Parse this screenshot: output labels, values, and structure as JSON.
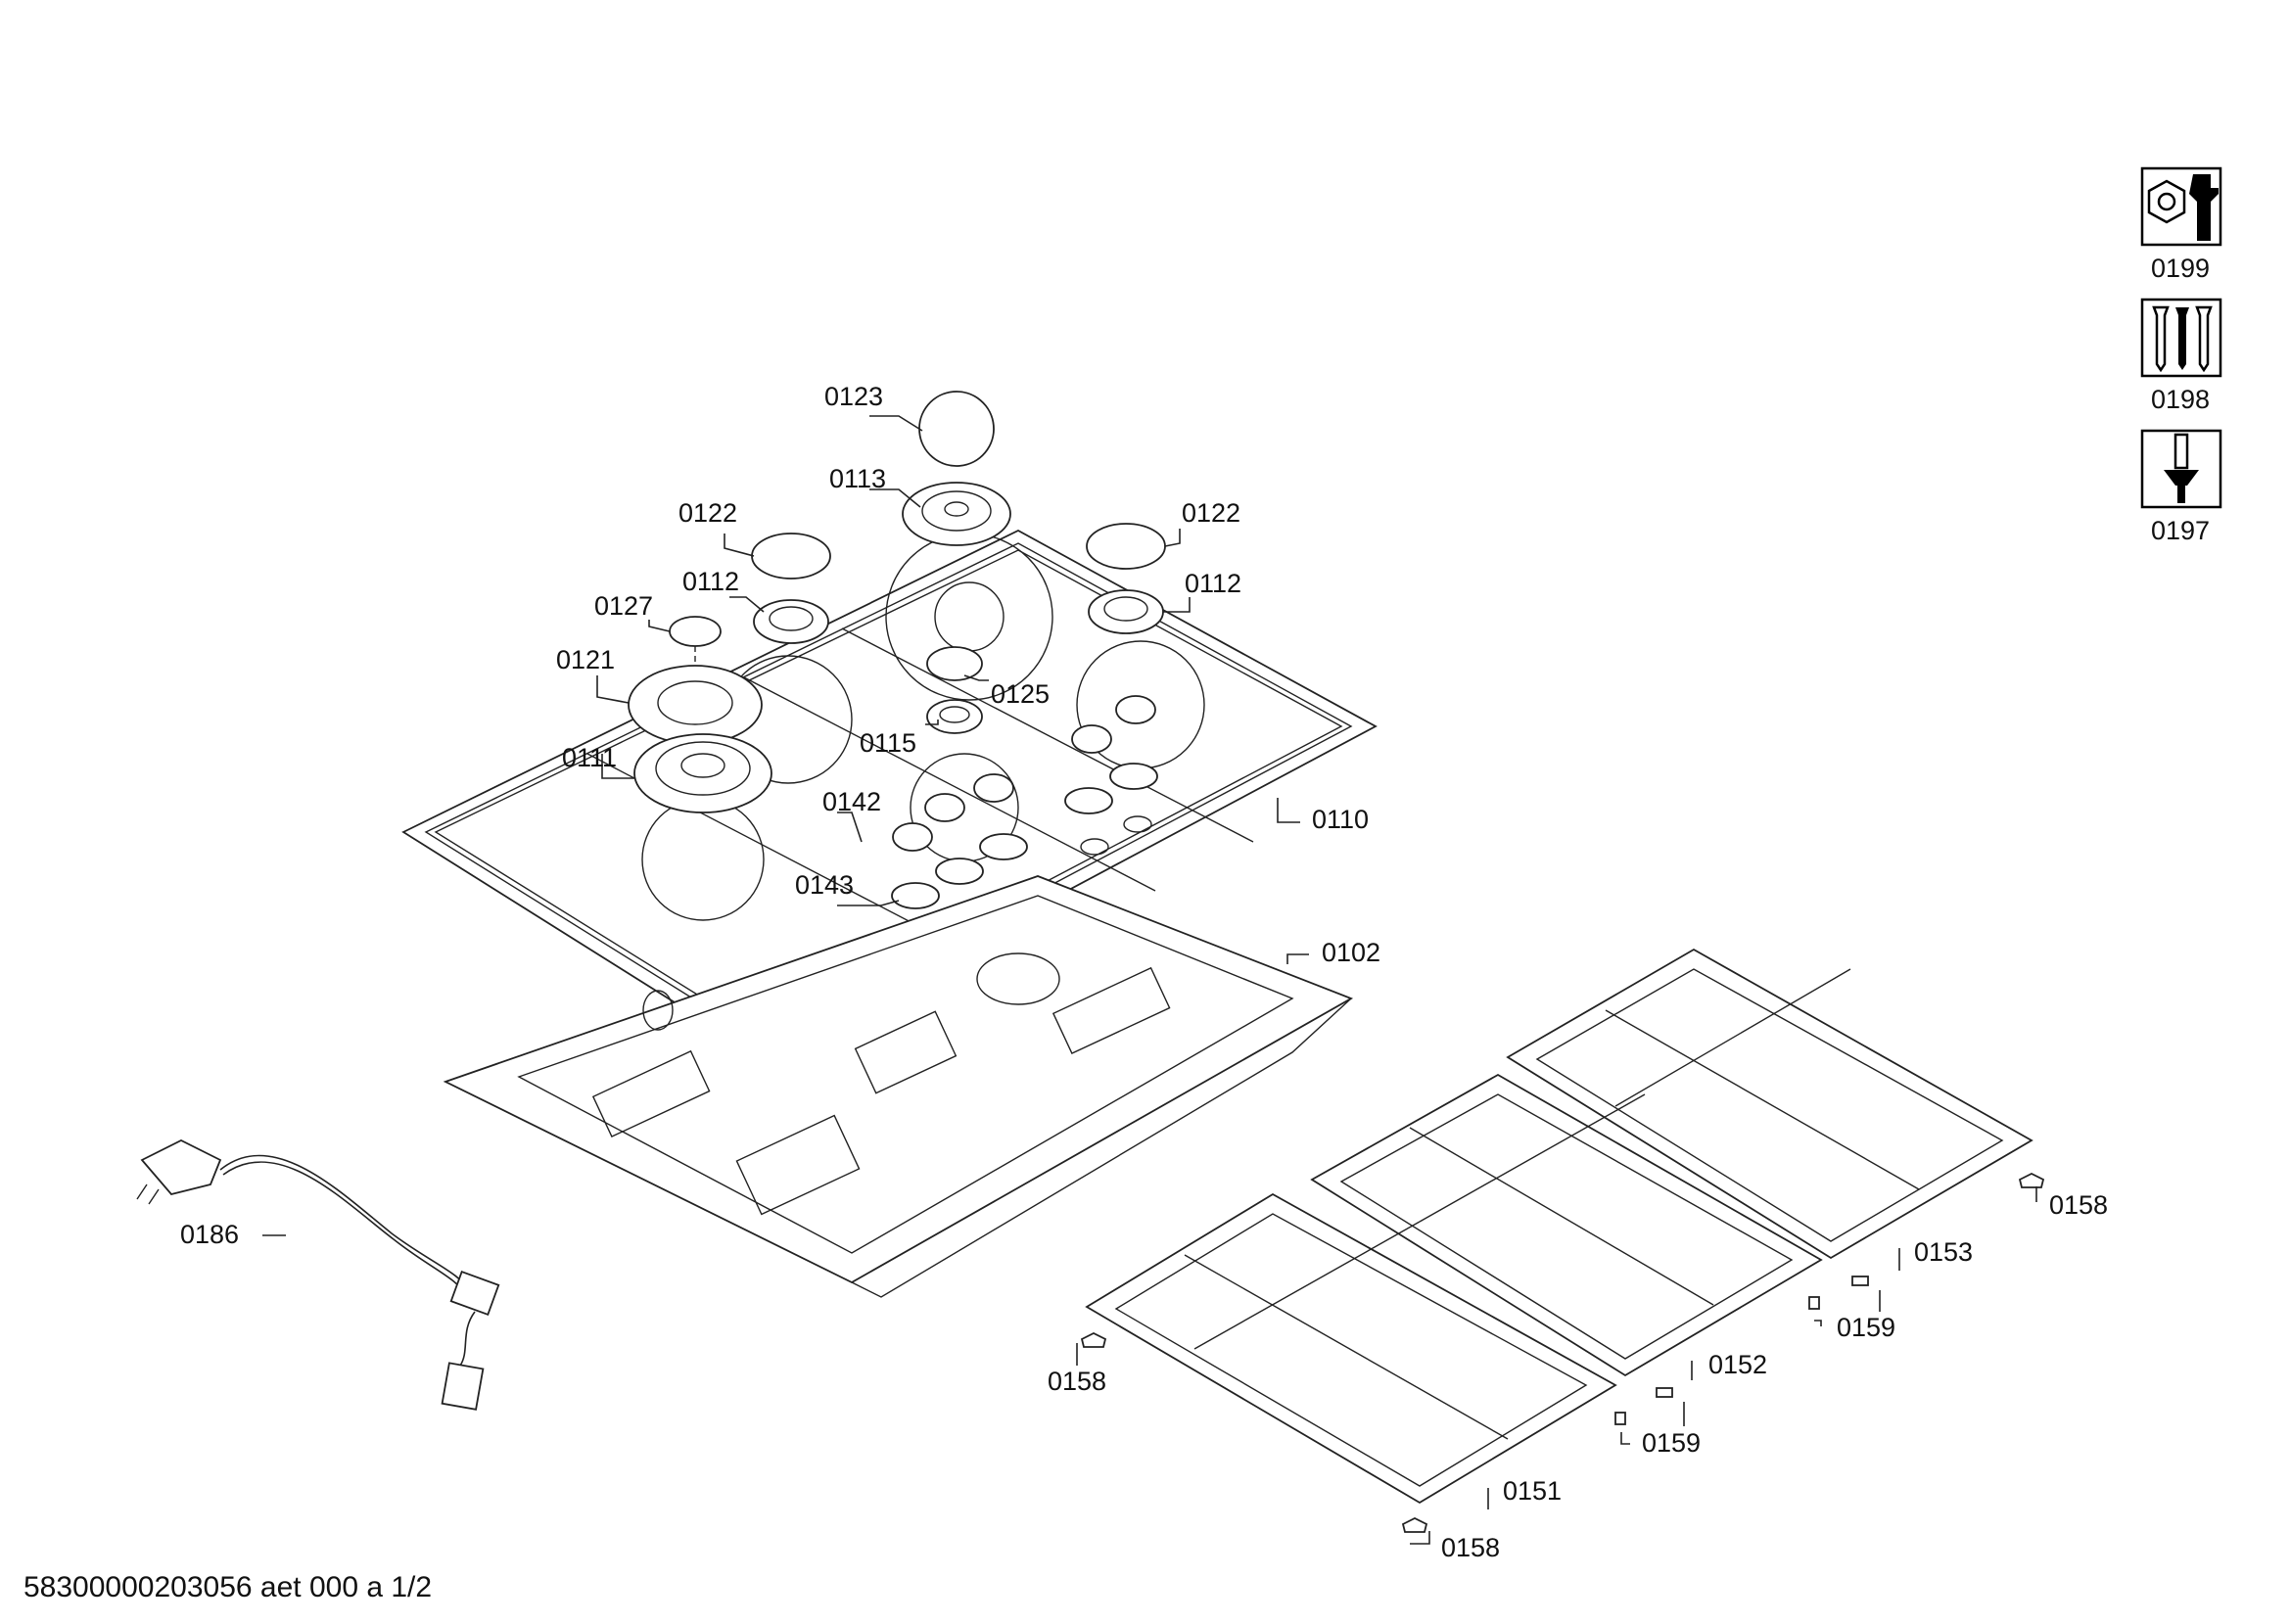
{
  "document_id": "58300000203056 aet 000 a 1/2",
  "icons": [
    {
      "label": "0199",
      "icon": "nut-and-wrench-icon"
    },
    {
      "label": "0198",
      "icon": "screws-icon"
    },
    {
      "label": "0197",
      "icon": "screwdriver-icon"
    }
  ],
  "callouts": {
    "c0123": "0123",
    "c0113": "0113",
    "c0122a": "0122",
    "c0122b": "0122",
    "c0112a": "0112",
    "c0112b": "0112",
    "c0127": "0127",
    "c0121": "0121",
    "c0125": "0125",
    "c0115": "0115",
    "c0111": "0111",
    "c0142": "0142",
    "c0143": "0143",
    "c0110": "0110",
    "c0102": "0102",
    "c0186": "0186",
    "c0158a": "0158",
    "c0158b": "0158",
    "c0158c": "0158",
    "c0153": "0153",
    "c0152": "0152",
    "c0159a": "0159",
    "c0159b": "0159",
    "c0151": "0151"
  }
}
